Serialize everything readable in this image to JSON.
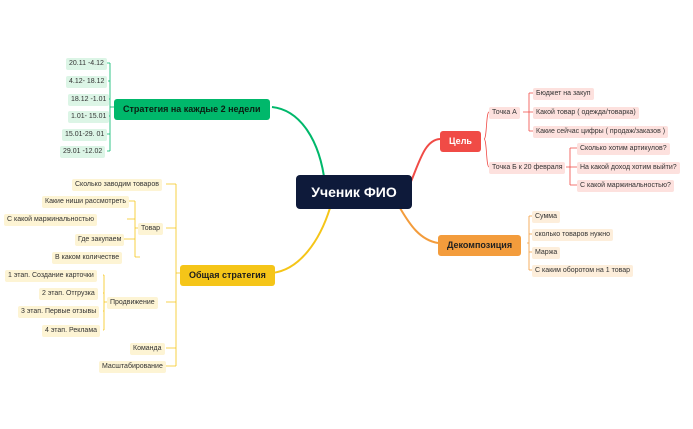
{
  "root": {
    "label": "Ученик ФИО"
  },
  "colors": {
    "green": "#00b86b",
    "red": "#f04b46",
    "orange": "#f39c3c",
    "yellow": "#f5c518",
    "root": "#0e1a3a"
  },
  "strategy_2weeks": {
    "label": "Стратегия на каждые 2 недели",
    "items": [
      "20.11 -4.12",
      "4.12- 18.12",
      "18.12 -1.01",
      "1.01- 15.01",
      "15.01-29. 01",
      "29.01 -12.02"
    ]
  },
  "goal": {
    "label": "Цель",
    "point_a": {
      "label": "Точка А",
      "items": [
        "Бюджет на закуп",
        "Какой товар ( одежда/товарка)",
        "Какие сейчас цифры ( продаж/заказов )"
      ]
    },
    "point_b": {
      "label": "Точка Б к 20 февраля",
      "items": [
        "Сколько хотим артикулов?",
        "На какой доход хотим выйти?",
        "С какой маржинальностью?"
      ]
    }
  },
  "decomposition": {
    "label": "Декомпозиция",
    "items": [
      "Сумма",
      "сколько товаров нужно",
      "Маржа",
      "С каким оборотом на 1 товар"
    ]
  },
  "general_strategy": {
    "label": "Общая стратегия",
    "top": "Сколько заводим товаров",
    "product": {
      "label": "Товар",
      "items": [
        "Какие ниши рассмотреть",
        "С какой маржинальностью",
        "Где закупаем",
        "В каком количестве"
      ]
    },
    "promotion": {
      "label": "Продвижение",
      "items": [
        "1 этап. Создание карточки",
        "2 этап. Отгрузка",
        "3 этап. Первые отзывы",
        "4 этап. Реклама"
      ]
    },
    "team": "Команда",
    "scaling": "Масштабирование"
  }
}
